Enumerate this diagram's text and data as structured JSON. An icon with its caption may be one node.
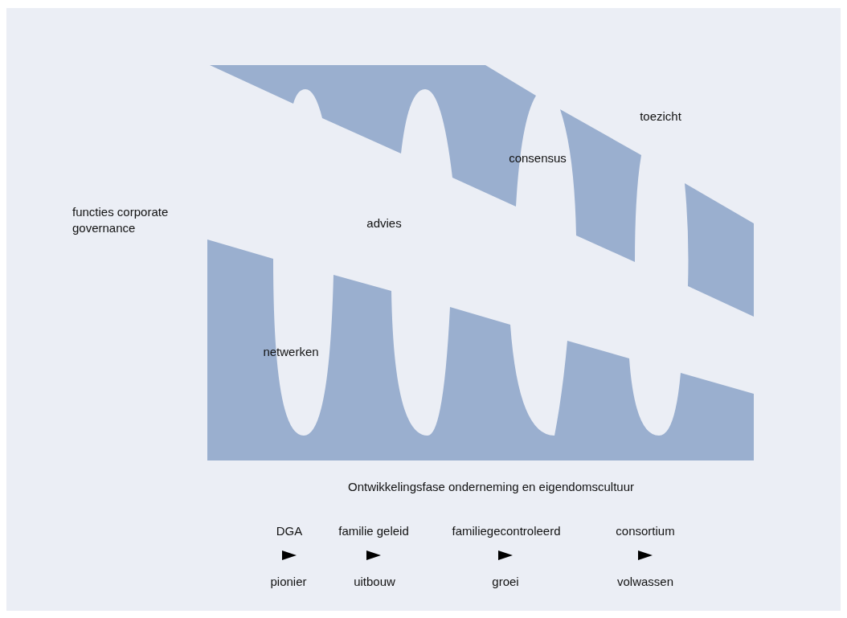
{
  "diagram": {
    "labels": [
      "toezicht",
      "consensus",
      "functies corporate governance",
      "advies",
      "netwerken",
      "Ontwikkelingsfase onderneming en eigendomscultuur",
      "DGA",
      "familie geleid",
      "familiegecontroleerd",
      "consortium",
      "pionier",
      "uitbouw",
      "groei",
      "volwassen"
    ]
  }
}
